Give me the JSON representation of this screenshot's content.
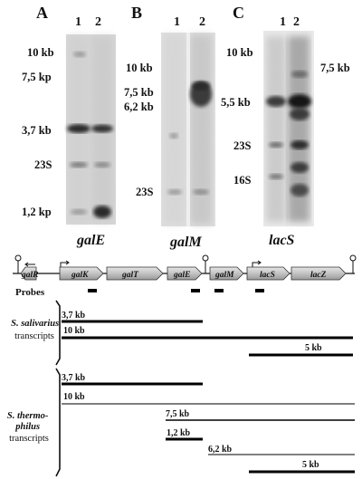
{
  "panels": [
    {
      "letter": "A",
      "lanes": [
        "1",
        "2"
      ],
      "gene": "galE",
      "markers": [
        "10 kb",
        "7,5 kp",
        "3,7 kb",
        "23S",
        "1,2 kp"
      ]
    },
    {
      "letter": "B",
      "lanes": [
        "1",
        "2"
      ],
      "gene": "galM",
      "markers": [
        "10 kb",
        "7,5 kb",
        "6,2 kb",
        "23S"
      ]
    },
    {
      "letter": "C",
      "lanes": [
        "1",
        "2"
      ],
      "gene": "lacS",
      "markers": [
        "10 kb",
        "7,5 kb",
        "5,5 kb",
        "23S",
        "16S"
      ]
    }
  ],
  "genes": [
    "galR",
    "galK",
    "galT",
    "galE",
    "galM",
    "lacS",
    "lacZ"
  ],
  "probes_label": "Probes",
  "salivarius": {
    "label_lines": [
      "S. salivarius",
      "transcripts"
    ],
    "transcripts": [
      "3,7 kb",
      "10 kb",
      "5 kb"
    ]
  },
  "thermophilus": {
    "label_lines": [
      "S. thermo-",
      "philus",
      "transcripts"
    ],
    "transcripts": [
      "3,7 kb",
      "10 kb",
      "7,5 kb",
      "1,2 kb",
      "6,2 kb",
      "5 kb"
    ]
  }
}
